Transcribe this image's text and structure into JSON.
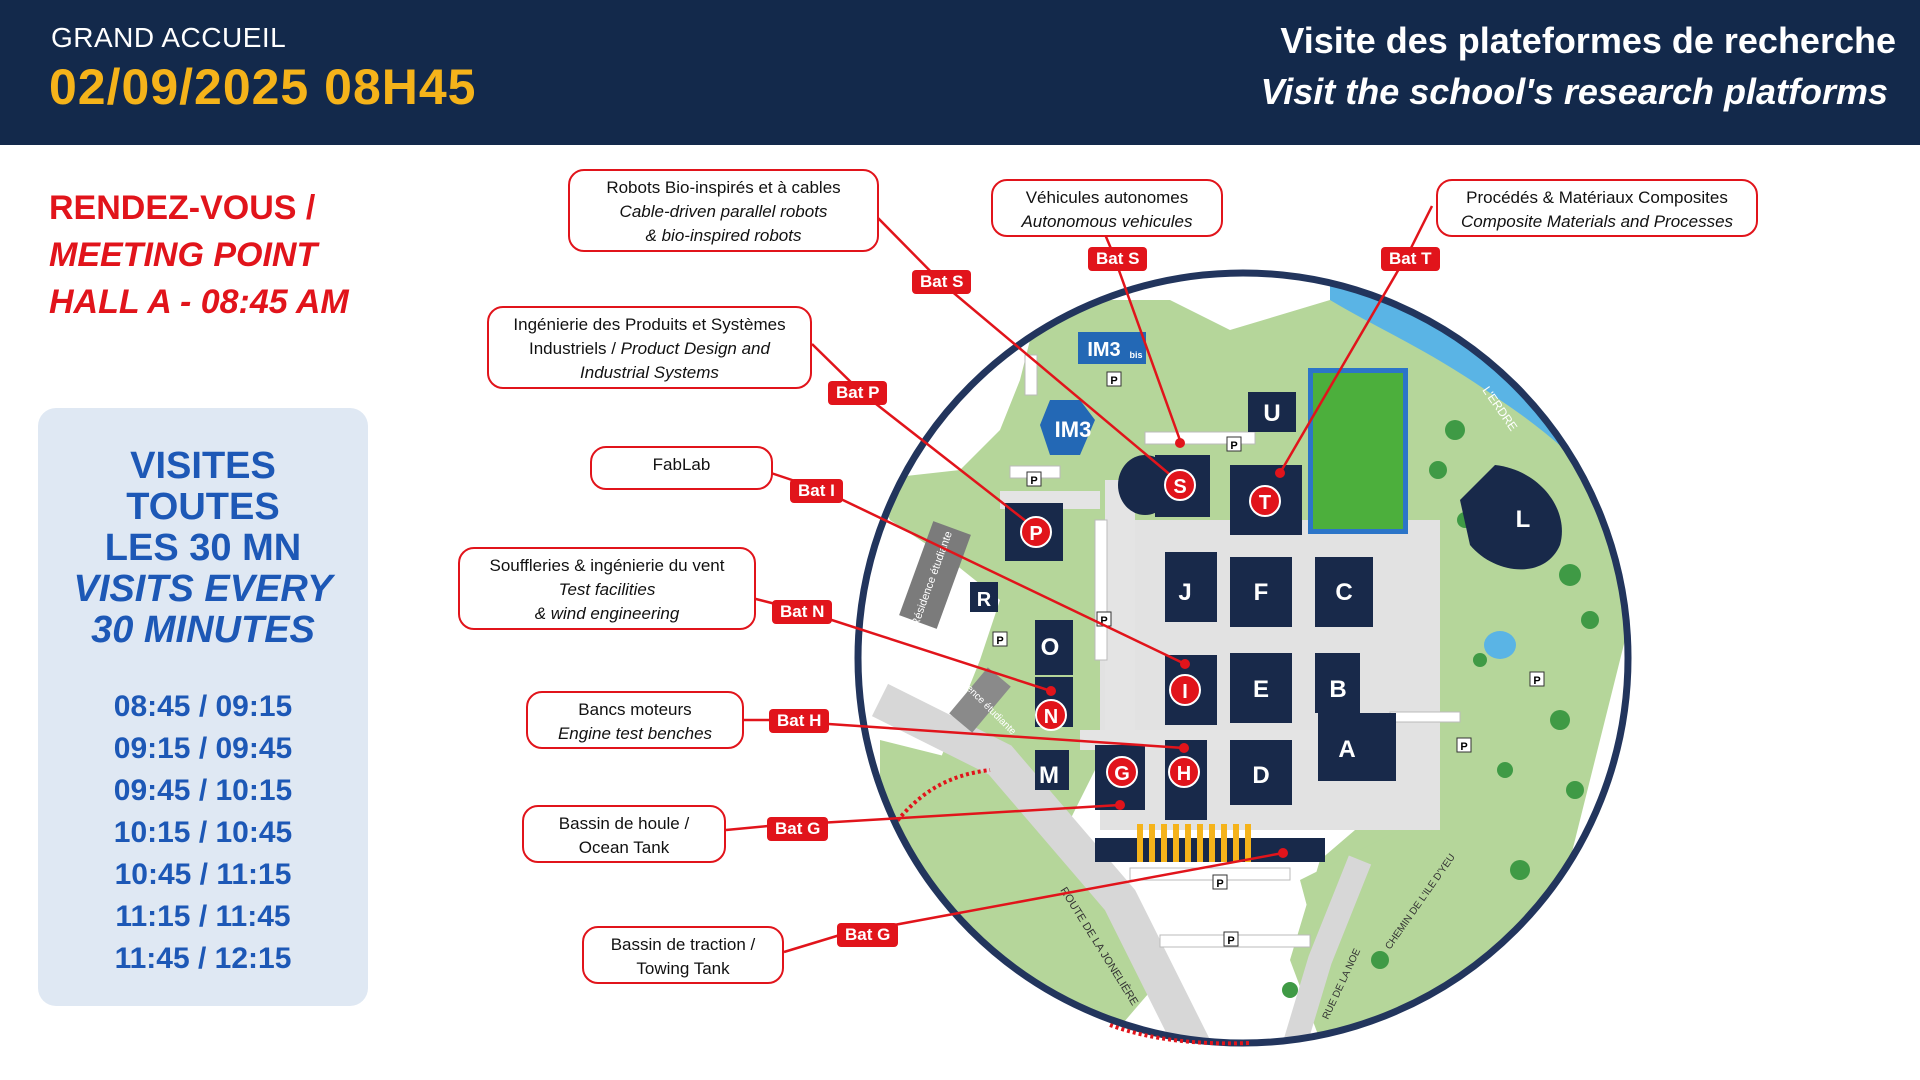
{
  "header": {
    "eyebrow": "GRAND ACCUEIL",
    "date": "02/09/2025 08H45",
    "title_fr": "Visite des plateformes de recherche",
    "title_en": "Visit the school's research platforms"
  },
  "meeting": {
    "line1": "RENDEZ-VOUS /",
    "line2": "MEETING POINT",
    "line3": "HALL A  -  08:45 AM"
  },
  "visits": {
    "line1": "VISITES",
    "line2": "TOUTES",
    "line3": "LES 30 MN",
    "line4": "VISITS EVERY",
    "line5": "30 MINUTES",
    "slots": [
      "08:45 / 09:15",
      "09:15 / 09:45",
      "09:45 / 10:15",
      "10:15 / 10:45",
      "10:45 / 11:15",
      "11:15 / 11:45",
      "11:45 / 12:15"
    ]
  },
  "callouts": {
    "robots": {
      "l1": "Robots Bio-inspirés et à cables",
      "l2": "Cable-driven parallel robots",
      "l3": "& bio-inspired robots",
      "tag": "Bat S"
    },
    "vehicles": {
      "l1": "Véhicules autonomes",
      "l2": "Autonomous vehicules",
      "tag": "Bat S"
    },
    "composites": {
      "l1": "Procédés & Matériaux Composites",
      "l2": "Composite Materials and Processes",
      "tag": "Bat T"
    },
    "product": {
      "l1": "Ingénierie des Produits et Systèmes",
      "l2a": "Industriels / ",
      "l2b": "Product Design and",
      "l3": "Industrial Systems",
      "tag": "Bat P"
    },
    "fablab": {
      "l1": "FabLab",
      "tag": "Bat I"
    },
    "wind": {
      "l1": "Souffleries & ingénierie du vent",
      "l2": "Test facilities",
      "l3": "& wind engineering",
      "tag": "Bat N"
    },
    "engine": {
      "l1": "Bancs moteurs",
      "l2": "Engine test benches",
      "tag": "Bat H"
    },
    "ocean": {
      "l1": "Bassin de houle /",
      "l2": "Ocean Tank",
      "tag": "Bat G"
    },
    "towing": {
      "l1": "Bassin de traction /",
      "l2": "Towing Tank",
      "tag": "Bat G"
    }
  },
  "map": {
    "buildings": [
      "U",
      "J",
      "F",
      "C",
      "E",
      "B",
      "A",
      "D",
      "O",
      "M",
      "R",
      "L"
    ],
    "markers": [
      "S",
      "T",
      "P",
      "I",
      "N",
      "H",
      "G"
    ],
    "im3": "IM3",
    "im3bis": "IM3",
    "im3bis_sub": "bis",
    "parking": "P",
    "residence": "Résidence étudiante",
    "residence2": "Résidence étudiante",
    "river": "L'ERDRE",
    "road1": "ROUTE DE LA JONELIÈRE",
    "road2": "RUE DE LA NOE",
    "road3": "CHEMIN DE L'ILE D'YEU"
  },
  "colors": {
    "navy": "#13294b",
    "gold": "#f5b31a",
    "red": "#e1141b",
    "blue": "#1d58b6",
    "panel": "#dfe8f3",
    "grass": "#b5d69a",
    "field": "#4caf3c",
    "water": "#5ab4e5",
    "building": "#18294a"
  }
}
